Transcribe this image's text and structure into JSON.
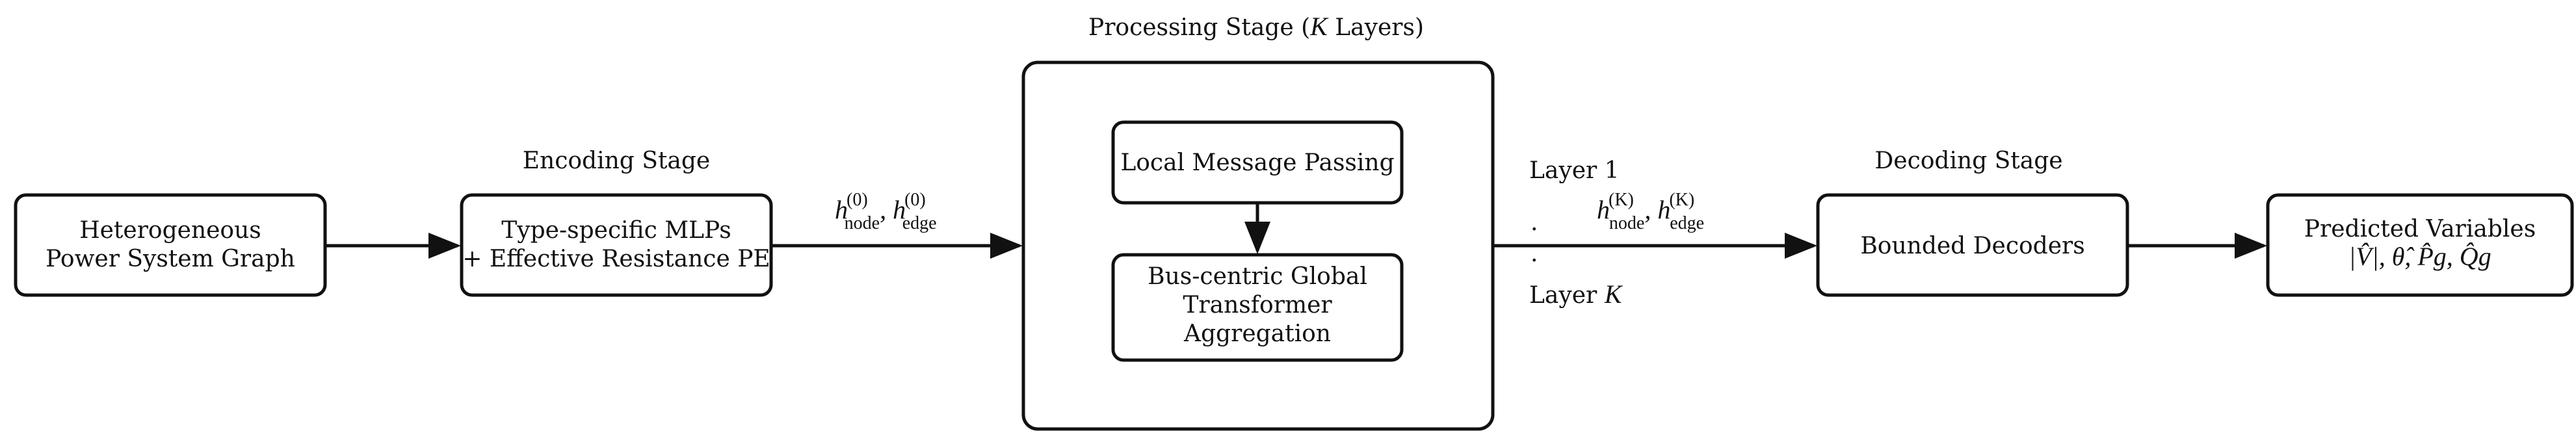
{
  "nodes": {
    "input_graph": {
      "lines": [
        "Heterogeneous",
        "Power System Graph"
      ]
    },
    "encoder": {
      "lines": [
        "Type-specific MLPs",
        "+ Effective Resistance PE"
      ]
    },
    "processing_block": {},
    "local_mp": {
      "lines": [
        "Local Message Passing"
      ]
    },
    "global_transformer": {
      "lines": [
        "Bus-centric Global",
        "Transformer",
        "Aggregation"
      ]
    },
    "decoder": {
      "lines": [
        "Bounded Decoders"
      ]
    },
    "output": {
      "lines": [
        "Predicted Variables"
      ],
      "math": "|V̂|, θ̂, P̂g, Q̂g"
    }
  },
  "stage_labels": {
    "encoding": "Encoding Stage",
    "processing": "Processing Stage (K Layers)",
    "decoding": "Decoding Stage"
  },
  "edge_labels": {
    "initial_embeddings": {
      "h": "h",
      "sup": "(0)",
      "node_sub": "node",
      "edge_sub": "edge"
    },
    "final_embeddings": {
      "h": "h",
      "sup": "(K)",
      "node_sub": "node",
      "edge_sub": "edge"
    }
  },
  "layer_labels": {
    "first": "Layer 1",
    "dots": ".",
    "last_word": "Layer",
    "last_var": "K"
  }
}
